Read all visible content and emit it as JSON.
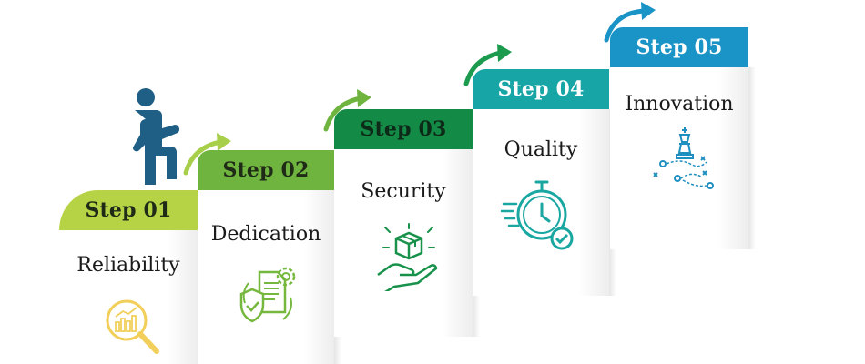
{
  "steps": [
    {
      "tab": "Step 01",
      "label": "Reliability",
      "tab_color": "#b5d344",
      "tab_text": "#1f2a17",
      "icon": "magnifier-chart-icon",
      "icon_color": "#f2cf5a"
    },
    {
      "tab": "Step 02",
      "label": "Dedication",
      "tab_color": "#6fb43f",
      "tab_text": "#1f2a17",
      "icon": "document-shield-gear-icon",
      "icon_color": "#76b83e"
    },
    {
      "tab": "Step 03",
      "label": "Security",
      "tab_color": "#138a45",
      "tab_text": "#0d2a18",
      "icon": "hand-box-icon",
      "icon_color": "#18924a"
    },
    {
      "tab": "Step 04",
      "label": "Quality",
      "tab_color": "#18a5a6",
      "tab_text": "#ffffff",
      "icon": "stopwatch-check-icon",
      "icon_color": "#1aa7a2"
    },
    {
      "tab": "Step 05",
      "label": "Innovation",
      "tab_color": "#1a93c6",
      "tab_text": "#ffffff",
      "icon": "strategy-chess-icon",
      "icon_color": "#1f8fc0"
    }
  ],
  "arrow_colors": [
    "#a8cf4a",
    "#6fb43f",
    "#1c9a4e",
    "#19a7a6",
    "#1a93c6"
  ],
  "walker_color": "#1f5f86"
}
